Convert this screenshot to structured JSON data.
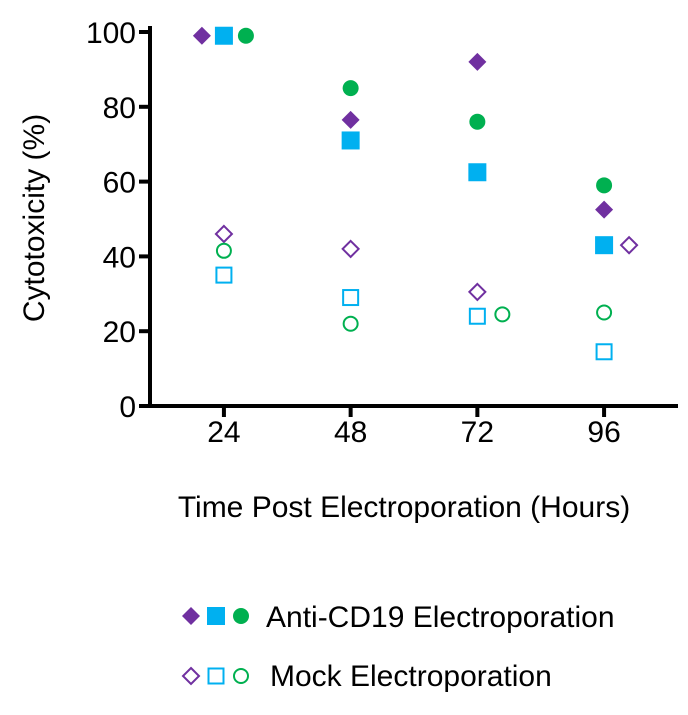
{
  "chart_data": {
    "type": "scatter",
    "title": "",
    "xlabel": "Time Post Electroporation (Hours)",
    "ylabel": "Cytotoxicity (%)",
    "xlim": [
      10,
      110
    ],
    "ylim": [
      0,
      100
    ],
    "x_ticks": [
      "24",
      "48",
      "72",
      "96"
    ],
    "y_ticks": [
      "0",
      "20",
      "40",
      "60",
      "80",
      "100"
    ],
    "grid": false,
    "legend_position": "bottom",
    "legend": [
      {
        "label": "Anti-CD19 Electroporation",
        "style": "filled"
      },
      {
        "label": "Mock Electroporation",
        "style": "open"
      }
    ],
    "colors": {
      "diamond": "#7030a0",
      "square": "#00b0f0",
      "circle": "#00b050",
      "axis": "#000000"
    },
    "series": [
      {
        "marker": "diamond",
        "fill": "filled",
        "x": [
          24,
          48,
          72,
          96
        ],
        "y": [
          99,
          76.5,
          92,
          52.5
        ]
      },
      {
        "marker": "square",
        "fill": "filled",
        "x": [
          24,
          48,
          72,
          96
        ],
        "y": [
          99,
          71,
          62.5,
          43
        ]
      },
      {
        "marker": "circle",
        "fill": "filled",
        "x": [
          24,
          48,
          72,
          96
        ],
        "y": [
          99,
          85,
          76,
          59
        ]
      },
      {
        "marker": "diamond",
        "fill": "open",
        "x": [
          24,
          48,
          72,
          96
        ],
        "y": [
          46,
          42,
          30.5,
          43
        ]
      },
      {
        "marker": "square",
        "fill": "open",
        "x": [
          24,
          48,
          72,
          96
        ],
        "y": [
          35,
          29,
          24,
          14.5
        ]
      },
      {
        "marker": "circle",
        "fill": "open",
        "x": [
          24,
          48,
          72,
          96
        ],
        "y": [
          41.5,
          22,
          24.5,
          25
        ]
      }
    ]
  }
}
